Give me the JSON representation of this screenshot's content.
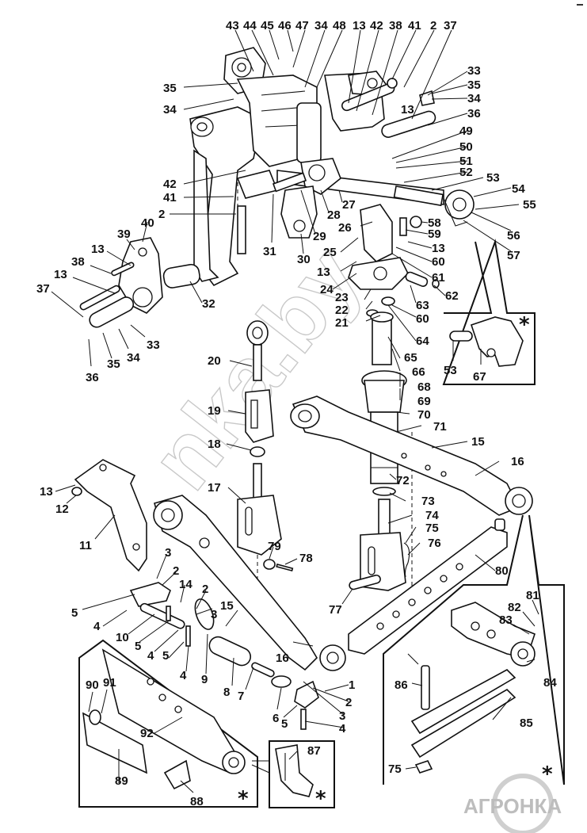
{
  "diagram": {
    "title": "Tractor rear three-point hitch — exploded parts view",
    "watermark": "nka.by",
    "logo": "АГРОНКА",
    "detail_marker": "*",
    "callouts": {
      "top_row": [
        "43",
        "44",
        "45",
        "46",
        "47",
        "34",
        "48",
        "13",
        "42",
        "38",
        "41",
        "2",
        "37"
      ],
      "right_upper": [
        "33",
        "35",
        "34",
        "13",
        "36",
        "49",
        "50",
        "51",
        "52",
        "53",
        "54",
        "55",
        "56",
        "57",
        "58",
        "59",
        "13",
        "60",
        "61",
        "62",
        "63",
        "60",
        "64"
      ],
      "left_upper": [
        "35",
        "34",
        "42",
        "41",
        "2"
      ],
      "left_bracket": [
        "40",
        "39",
        "13",
        "38",
        "13",
        "37",
        "32",
        "33",
        "34",
        "35",
        "36"
      ],
      "center_upper": [
        "31",
        "30",
        "29",
        "28",
        "27",
        "26",
        "25",
        "13",
        "24",
        "23",
        "22",
        "21"
      ],
      "detail_hook_top": [
        "53",
        "67"
      ],
      "center_column": [
        "65",
        "66",
        "68",
        "69",
        "70",
        "71",
        "15",
        "16",
        "72",
        "73",
        "74",
        "75",
        "76",
        "77",
        "80"
      ],
      "top_link": [
        "20",
        "19",
        "18",
        "17"
      ],
      "left_mid": [
        "13",
        "12",
        "11",
        "3",
        "2",
        "14",
        "2",
        "3",
        "5",
        "4",
        "10",
        "5",
        "4",
        "5",
        "4",
        "9",
        "8",
        "7",
        "15",
        "16",
        "79",
        "78"
      ],
      "lower_right_group": [
        "1",
        "2",
        "3",
        "4",
        "6",
        "5"
      ],
      "detail_drawbar": [
        "81",
        "82",
        "83",
        "84",
        "86",
        "85",
        "75"
      ],
      "detail_lower_link": [
        "90",
        "91",
        "92",
        "89",
        "88"
      ],
      "detail_hook_bottom": [
        "87"
      ]
    }
  }
}
